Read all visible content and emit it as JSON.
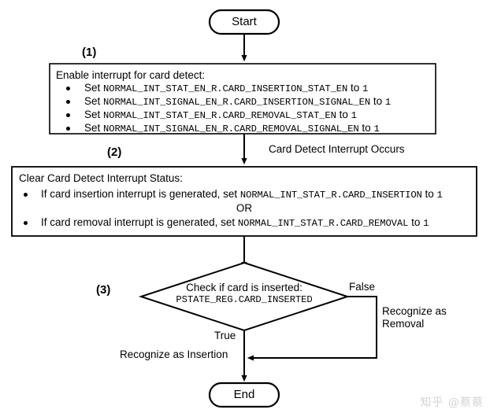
{
  "diagram": {
    "title_nodes": {
      "start": "Start",
      "end": "End"
    },
    "step_labels": {
      "one": "(1)",
      "two": "(2)",
      "three": "(3)"
    },
    "box1": {
      "heading": "Enable interrupt for card detect:",
      "bullets": [
        {
          "prefix": "Set",
          "register": "NORMAL_INT_STAT_EN_R.CARD_INSERTION_STAT_EN",
          "suffix": "to",
          "value": "1"
        },
        {
          "prefix": "Set",
          "register": "NORMAL_INT_SIGNAL_EN_R.CARD_INSERTION_SIGNAL_EN",
          "suffix": "to",
          "value": "1"
        },
        {
          "prefix": "Set",
          "register": "NORMAL_INT_STAT_EN_R.CARD_REMOVAL_STAT_EN",
          "suffix": "to",
          "value": "1"
        },
        {
          "prefix": "Set",
          "register": "NORMAL_INT_SIGNAL_EN_R.CARD_REMOVAL_SIGNAL_EN",
          "suffix": "to",
          "value": "1"
        }
      ]
    },
    "box2": {
      "heading": "Clear Card Detect Interrupt Status:",
      "bullets": [
        {
          "prefix": "If card insertion interrupt is generated, set",
          "register": "NORMAL_INT_STAT_R.CARD_INSERTION",
          "suffix": "to",
          "value": "1"
        },
        {
          "prefix": "If card removal interrupt is generated, set",
          "register": "NORMAL_INT_STAT_R.CARD_REMOVAL",
          "suffix": "to",
          "value": "1"
        }
      ],
      "separator": "OR"
    },
    "decision": {
      "line1": "Check if card is inserted:",
      "line2": "PSTATE_REG.CARD_INSERTED"
    },
    "edges": {
      "interrupt_occurs": "Card Detect Interrupt Occurs",
      "false_label": "False",
      "true_label": "True",
      "recognize_removal_line1": "Recognize as",
      "recognize_removal_line2": "Removal",
      "recognize_insertion": "Recognize as Insertion"
    },
    "watermark": "知乎 @蔡蔡"
  }
}
